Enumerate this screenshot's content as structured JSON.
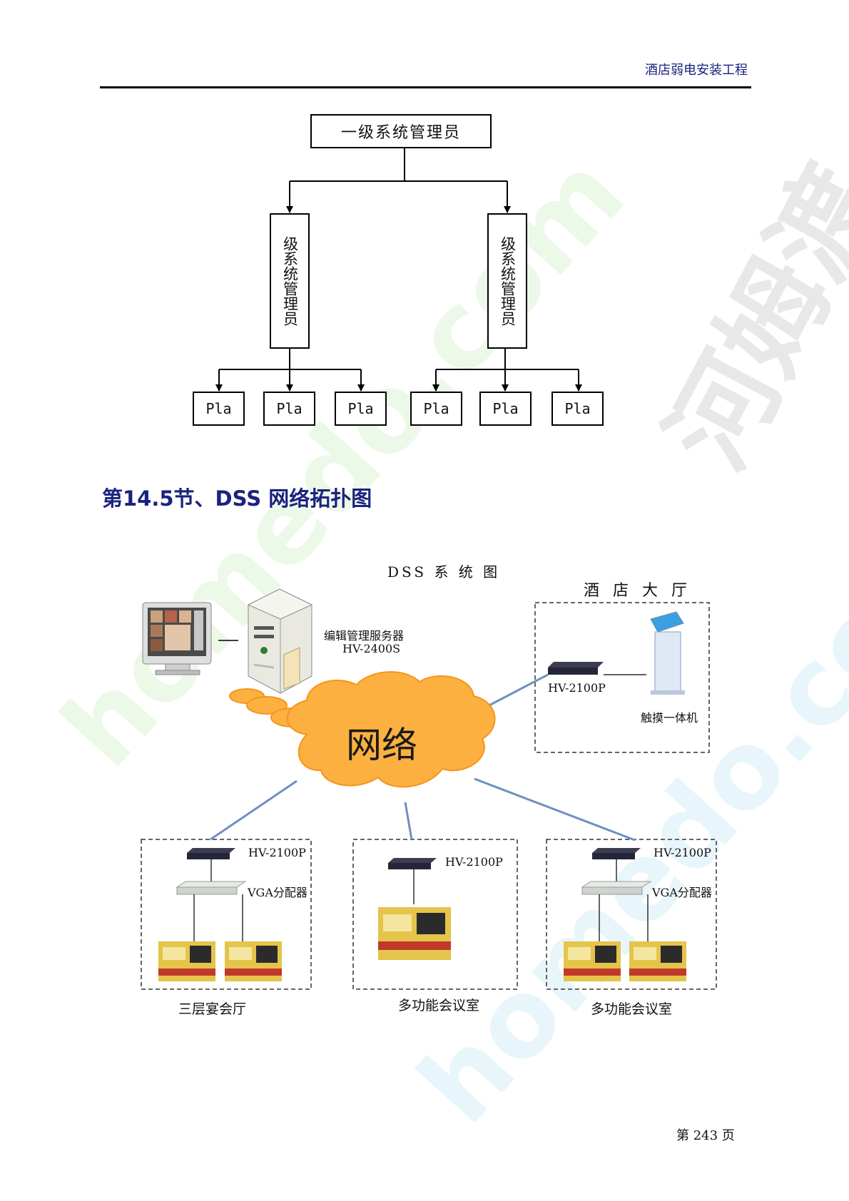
{
  "header": {
    "title": "酒店弱电安装工程"
  },
  "org_chart": {
    "top_label": "一级系统管理员",
    "second_level": [
      "级系统管理员",
      "级系统管理员"
    ],
    "leaf_label": "Pla"
  },
  "section": {
    "heading": "第14.5节、DSS 网络拓扑图"
  },
  "dss": {
    "title": "DSS 系 统 图",
    "server_name": "编辑管理服务器",
    "server_model": "HV-2400S",
    "network_label": "网络",
    "lobby": {
      "title": "酒 店 大 厅",
      "device": "HV-2100P",
      "kiosk": "触摸一体机"
    },
    "rooms": [
      {
        "name": "三层宴会厅",
        "device": "HV-2100P",
        "splitter": "VGA分配器"
      },
      {
        "name": "多功能会议室",
        "device": "HV-2100P"
      },
      {
        "name": "多功能会议室",
        "device": "HV-2100P",
        "splitter": "VGA分配器"
      }
    ]
  },
  "watermark": {
    "primary": "河姆渡",
    "secondary": "homedo.com"
  },
  "footer": {
    "page_label": "第 243 页"
  }
}
